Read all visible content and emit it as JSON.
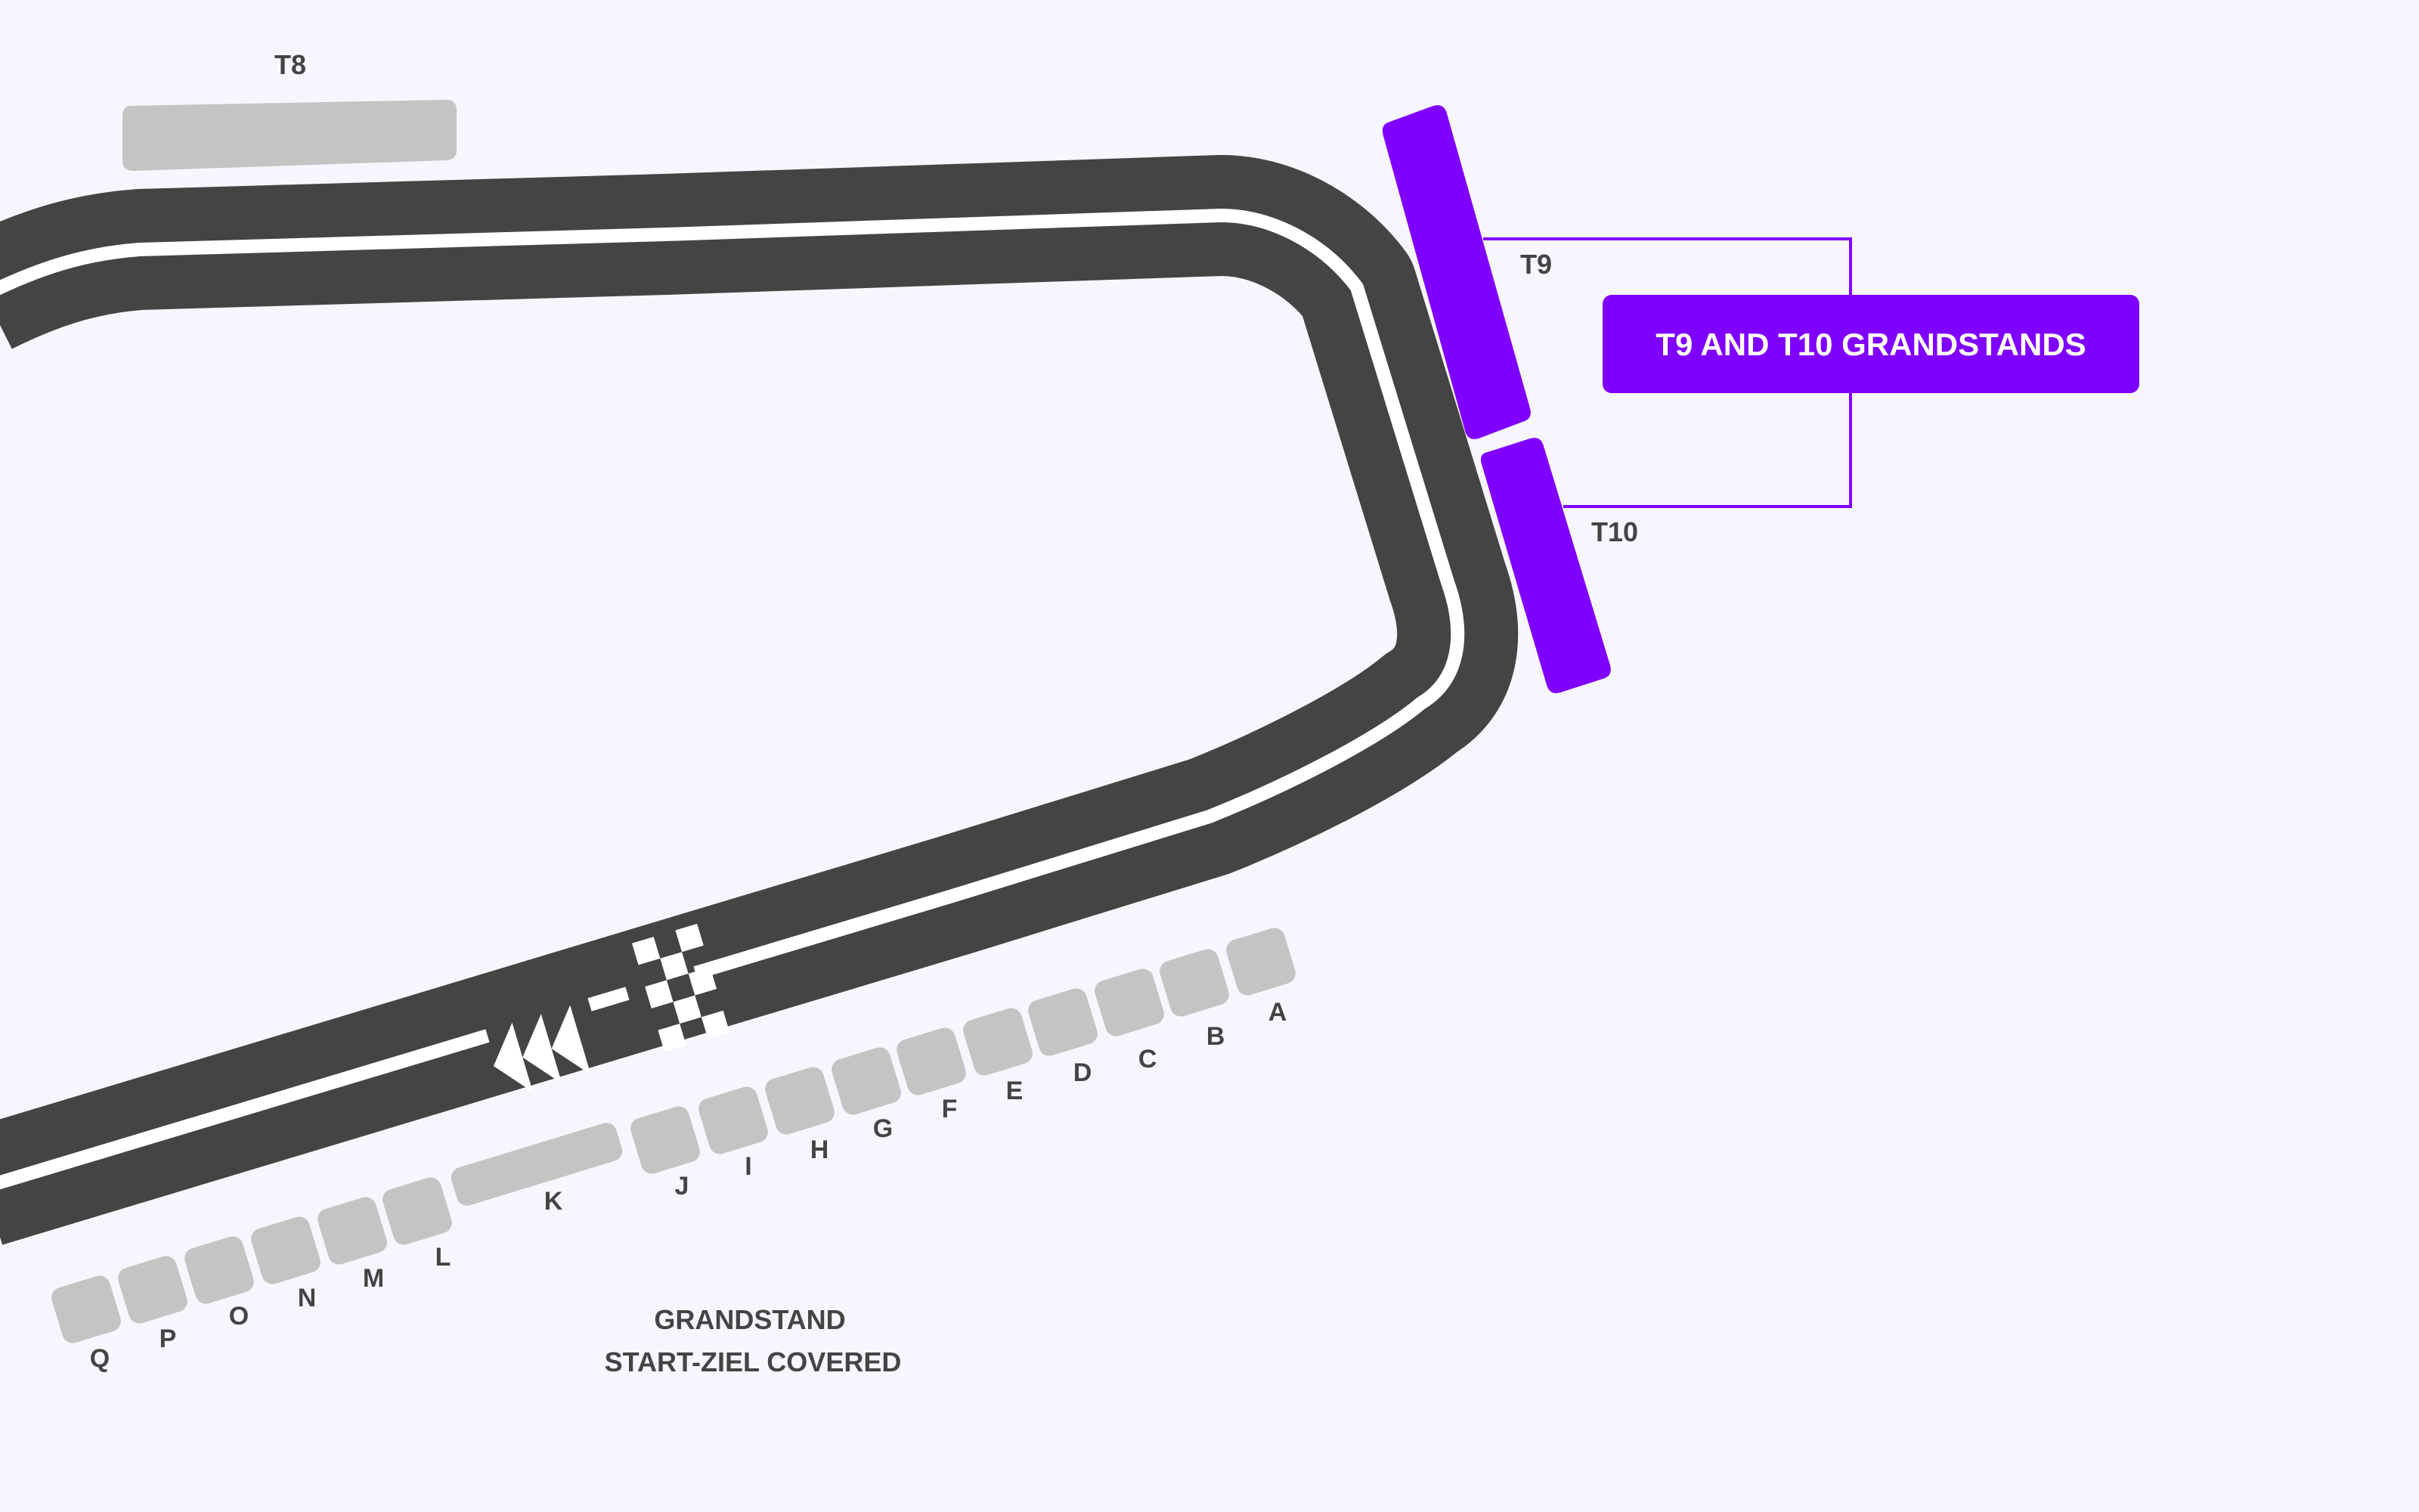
{
  "map": {
    "background": "#f7f6ff",
    "colors": {
      "track": "#444444",
      "track_line": "#ffffff",
      "stand_default": "#c4c4c4",
      "stand_highlight": "#8000ff",
      "label_text": "#444444",
      "callout_text": "#ffffff"
    },
    "highlight_callout": {
      "label": "T9 AND T10 GRANDSTANDS"
    },
    "stands": {
      "t8": {
        "label": "T8"
      },
      "t9": {
        "label": "T9",
        "highlighted": true
      },
      "t10": {
        "label": "T10",
        "highlighted": true
      }
    },
    "main_grandstand": {
      "title_line1": "GRANDSTAND",
      "title_line2": "START-ZIEL COVERED",
      "blocks": [
        {
          "label": "A"
        },
        {
          "label": "B"
        },
        {
          "label": "C"
        },
        {
          "label": "D"
        },
        {
          "label": "E"
        },
        {
          "label": "F"
        },
        {
          "label": "G"
        },
        {
          "label": "H"
        },
        {
          "label": "I"
        },
        {
          "label": "J"
        },
        {
          "label": "K"
        },
        {
          "label": "L"
        },
        {
          "label": "M"
        },
        {
          "label": "N"
        },
        {
          "label": "O"
        },
        {
          "label": "P"
        },
        {
          "label": "Q"
        }
      ]
    },
    "start_finish": {
      "direction_icon": "triple-arrow-left",
      "flag_icon": "checkered-start-finish-line"
    }
  }
}
